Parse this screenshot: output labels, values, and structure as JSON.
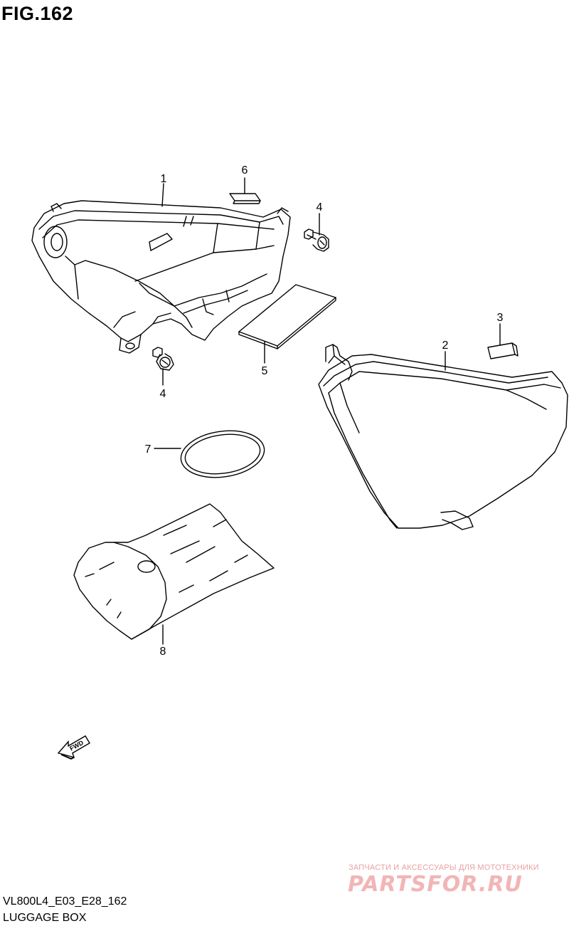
{
  "figure": {
    "title": "FIG.162",
    "model_code": "VL800L4_E03_E28_162",
    "section_name": "LUGGAGE BOX"
  },
  "callouts": {
    "c1": "1",
    "c2": "2",
    "c3": "3",
    "c4a": "4",
    "c4b": "4",
    "c5": "5",
    "c6": "6",
    "c7": "7",
    "c8": "8"
  },
  "fwd_label": "FWD",
  "watermark": {
    "text": "ЗАПЧАСТИ И АКСЕССУАРЫ ДЛЯ МОТОТЕХНИКИ",
    "logo": "PARTSFOR.RU"
  }
}
